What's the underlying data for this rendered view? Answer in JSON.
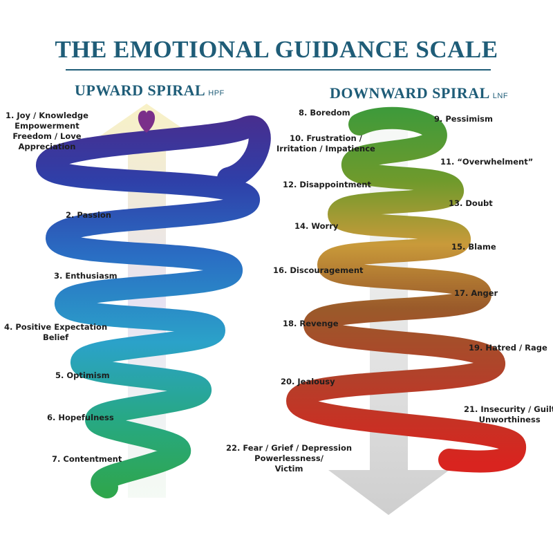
{
  "title": "THE EMOTIONAL GUIDANCE SCALE",
  "upward": {
    "heading": "UPWARD SPIRAL",
    "suffix": "HPF",
    "items": [
      {
        "line1": "1. Joy / Knowledge",
        "line2": "Empowerment",
        "line3": "Freedom / Love",
        "line4": "Appreciation"
      },
      {
        "line1": "2. Passion"
      },
      {
        "line1": "3. Enthusiasm"
      },
      {
        "line1": "4. Positive Expectation",
        "line2": "Belief"
      },
      {
        "line1": "5. Optimism"
      },
      {
        "line1": "6. Hopefulness"
      },
      {
        "line1": "7. Contentment"
      }
    ]
  },
  "downward": {
    "heading": "DOWNWARD SPIRAL",
    "suffix": "LNF",
    "items": [
      {
        "line1": "8. Boredom"
      },
      {
        "line1": "9. Pessimism"
      },
      {
        "line1": "10. Frustration /",
        "line2": "Irritation / Impatience"
      },
      {
        "line1": "11. “Overwhelment”"
      },
      {
        "line1": "12. Disappointment"
      },
      {
        "line1": "13. Doubt"
      },
      {
        "line1": "14. Worry"
      },
      {
        "line1": "15. Blame"
      },
      {
        "line1": "16. Discouragement"
      },
      {
        "line1": "17. Anger"
      },
      {
        "line1": "18. Revenge"
      },
      {
        "line1": "19. Hatred / Rage"
      },
      {
        "line1": "20. Jealousy"
      },
      {
        "line1": "21. Insecurity / Guilt",
        "line2": "Unworthiness"
      },
      {
        "line1": "22. Fear / Grief / Depression",
        "line2": "Powerlessness/",
        "line3": "Victim"
      }
    ]
  },
  "colors": {
    "title": "#1f5d78",
    "up_top": "#4a2c8c",
    "up_mid": "#2a6fc4",
    "up_bottom": "#2fa64a",
    "down_top": "#3f9a3a",
    "down_mid": "#b5722a",
    "down_bottom": "#d9241f",
    "heart": "#7a2f8a"
  },
  "icons": {
    "heart": "heart-icon",
    "up_arrow": "up-arrow",
    "down_arrow": "down-arrow"
  }
}
